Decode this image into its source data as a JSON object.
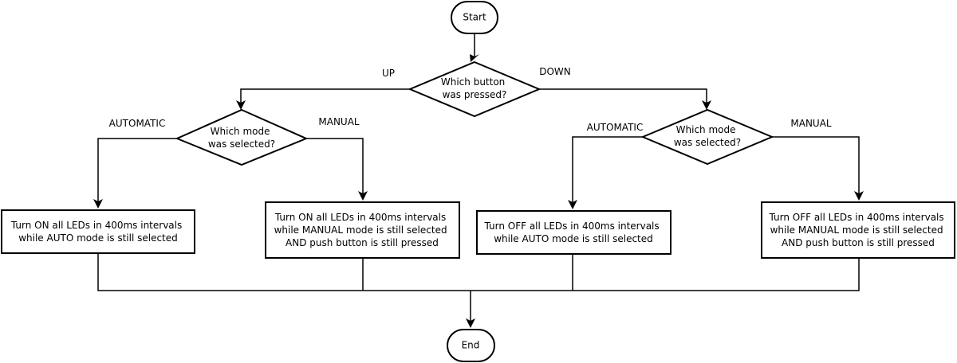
{
  "terminals": {
    "start": "Start",
    "end": "End"
  },
  "decisions": {
    "button": [
      "Which button",
      "was pressed?"
    ],
    "mode_left": [
      "Which mode",
      "was selected?"
    ],
    "mode_right": [
      "Which mode",
      "was selected?"
    ]
  },
  "edge_labels": {
    "up": "UP",
    "down": "DOWN",
    "left_automatic": "AUTOMATIC",
    "left_manual": "MANUAL",
    "right_automatic": "AUTOMATIC",
    "right_manual": "MANUAL"
  },
  "processes": {
    "on_auto": [
      "Turn ON all LEDs in 400ms intervals",
      "while AUTO mode is still selected"
    ],
    "on_manual": [
      "Turn ON all LEDs in 400ms intervals",
      "while MANUAL mode is still selected",
      "AND push button is still pressed"
    ],
    "off_auto": [
      "Turn OFF all LEDs in 400ms intervals",
      "while AUTO mode is still selected"
    ],
    "off_manual": [
      "Turn OFF all LEDs in 400ms intervals",
      "while MANUAL mode is still selected",
      "AND push button is still pressed"
    ]
  }
}
